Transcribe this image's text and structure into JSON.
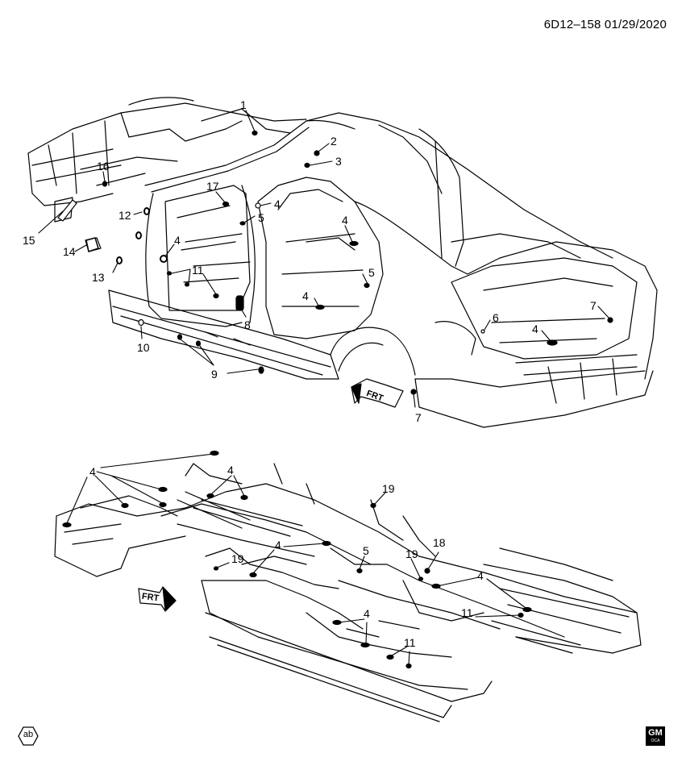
{
  "header": {
    "doc_id": "6D12–158  01/29/2020"
  },
  "upper_callouts": [
    {
      "label": "1"
    },
    {
      "label": "2"
    },
    {
      "label": "3"
    },
    {
      "label": "16"
    },
    {
      "label": "17"
    },
    {
      "label": "4"
    },
    {
      "label": "12"
    },
    {
      "label": "5"
    },
    {
      "label": "4"
    },
    {
      "label": "15"
    },
    {
      "label": "4"
    },
    {
      "label": "14"
    },
    {
      "label": "11"
    },
    {
      "label": "13"
    },
    {
      "label": "5"
    },
    {
      "label": "4"
    },
    {
      "label": "8"
    },
    {
      "label": "6"
    },
    {
      "label": "7"
    },
    {
      "label": "4"
    },
    {
      "label": "10"
    },
    {
      "label": "9"
    },
    {
      "label": "7"
    }
  ],
  "lower_callouts": [
    {
      "label": "4"
    },
    {
      "label": "4"
    },
    {
      "label": "19"
    },
    {
      "label": "4"
    },
    {
      "label": "5"
    },
    {
      "label": "18"
    },
    {
      "label": "19"
    },
    {
      "label": "19"
    },
    {
      "label": "4"
    },
    {
      "label": "4"
    },
    {
      "label": "11"
    },
    {
      "label": "11"
    }
  ],
  "direction_arrows": [
    {
      "label": "FRT"
    },
    {
      "label": "FRT"
    }
  ],
  "footer": {
    "badge": "ab",
    "logo": "GM",
    "logo_sub": "OCA"
  }
}
